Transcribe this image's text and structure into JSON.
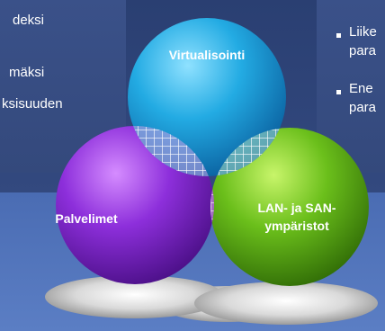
{
  "left_text": [
    "deksi",
    "mäksi",
    "ksisuuden"
  ],
  "right_bullets": [
    {
      "lines": [
        "Liike",
        "para"
      ]
    },
    {
      "lines": [
        "Ene",
        "para"
      ]
    }
  ],
  "venn": {
    "circles": [
      {
        "label_lines": [
          "Virtualisointi"
        ],
        "color": "#1fa6df"
      },
      {
        "label_lines": [
          "Palvelimet"
        ],
        "color": "#8a2bd6"
      },
      {
        "label_lines": [
          "LAN- ja SAN-",
          "ympäristot"
        ],
        "color": "#6cbf1c"
      }
    ],
    "overlap_pattern": "white-grid"
  },
  "colors": {
    "background": "#3d5fa3",
    "panel": "#354b80",
    "text": "#ffffff"
  }
}
